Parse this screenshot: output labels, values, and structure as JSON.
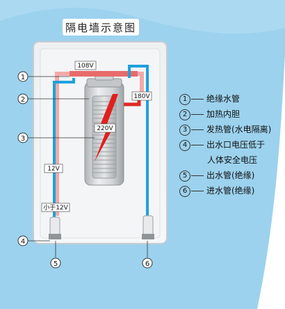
{
  "title": "隔电墙示意图",
  "labels": {
    "v108": "108V",
    "v180": "180V",
    "v220": "220V",
    "v12": "12V",
    "under12": "小于12V"
  },
  "markers": [
    "1",
    "2",
    "3",
    "4",
    "5",
    "6"
  ],
  "legend": [
    {
      "num": "1",
      "text": "绝缘水管"
    },
    {
      "num": "2",
      "text": "加热内胆"
    },
    {
      "num": "3",
      "text": "发热管(水电隔离)"
    },
    {
      "num": "4",
      "text": "出水口电压低于",
      "text2": "人体安全电压"
    },
    {
      "num": "5",
      "text": "出水管(绝缘)"
    },
    {
      "num": "6",
      "text": "进水管(绝缘)"
    }
  ],
  "colors": {
    "blue_bg": "#8ec9ea",
    "pipe_blue": "#1ea1dc",
    "pipe_red": "#e02828",
    "pipe_pink": "#f3a9a9",
    "bolt_red": "#e0201c",
    "heater_grey": "#c9ccce"
  }
}
